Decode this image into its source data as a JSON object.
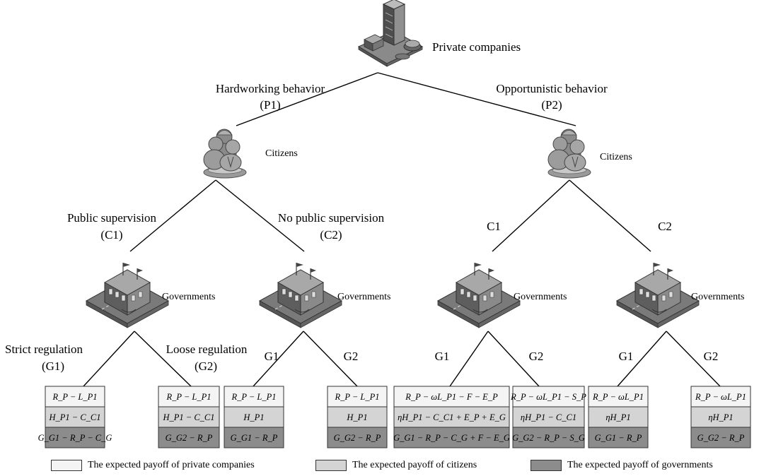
{
  "root": {
    "label": "Private companies"
  },
  "p_branches": [
    {
      "name": "Hardworking behavior",
      "code": "(P1)"
    },
    {
      "name": "Opportunistic behavior",
      "code": "(P2)"
    }
  ],
  "citizens_label": "Citizens",
  "governments_label": "Governments",
  "c_branches_left": [
    {
      "name": "Public supervision",
      "code": "(C1)"
    },
    {
      "name": "No public supervision",
      "code": "(C2)"
    }
  ],
  "c_branches_right": [
    "C1",
    "C2"
  ],
  "g_branches_first": [
    {
      "name": "Strict regulation",
      "code": "(G1)"
    },
    {
      "name": "Loose regulation",
      "code": "(G2)"
    }
  ],
  "g_short": [
    "G1",
    "G2"
  ],
  "payoffs": [
    [
      "R_P − L_P1",
      "H_P1 − C_C1",
      "G_G1 − R_P − C_G"
    ],
    [
      "R_P − L_P1",
      "H_P1 − C_C1",
      "G_G2 − R_P"
    ],
    [
      "R_P − L_P1",
      "H_P1",
      "G_G1 − R_P"
    ],
    [
      "R_P − L_P1",
      "H_P1",
      "G_G2 − R_P"
    ],
    [
      "R_P − ωL_P1 − F − E_P",
      "ηH_P1 − C_C1 + E_P + E_G",
      "G_G1 − R_P − C_G + F − E_G"
    ],
    [
      "R_P − ωL_P1 − S_P",
      "ηH_P1 − C_C1",
      "G_G2 − R_P − S_G"
    ],
    [
      "R_P − ωL_P1",
      "ηH_P1",
      "G_G1 − R_P"
    ],
    [
      "R_P − ωL_P1",
      "ηH_P1",
      "G_G2 − R_P"
    ]
  ],
  "legend": [
    {
      "label": "The expected payoff of private companies",
      "color": "#f4f4f4"
    },
    {
      "label": "The expected payoff of citizens",
      "color": "#d4d4d4"
    },
    {
      "label": "The expected payoff of governments",
      "color": "#8c8c8c"
    }
  ],
  "colors": {
    "company_row": "#f4f4f4",
    "citizen_row": "#d4d4d4",
    "gov_row": "#8c8c8c",
    "line": "#000000"
  }
}
